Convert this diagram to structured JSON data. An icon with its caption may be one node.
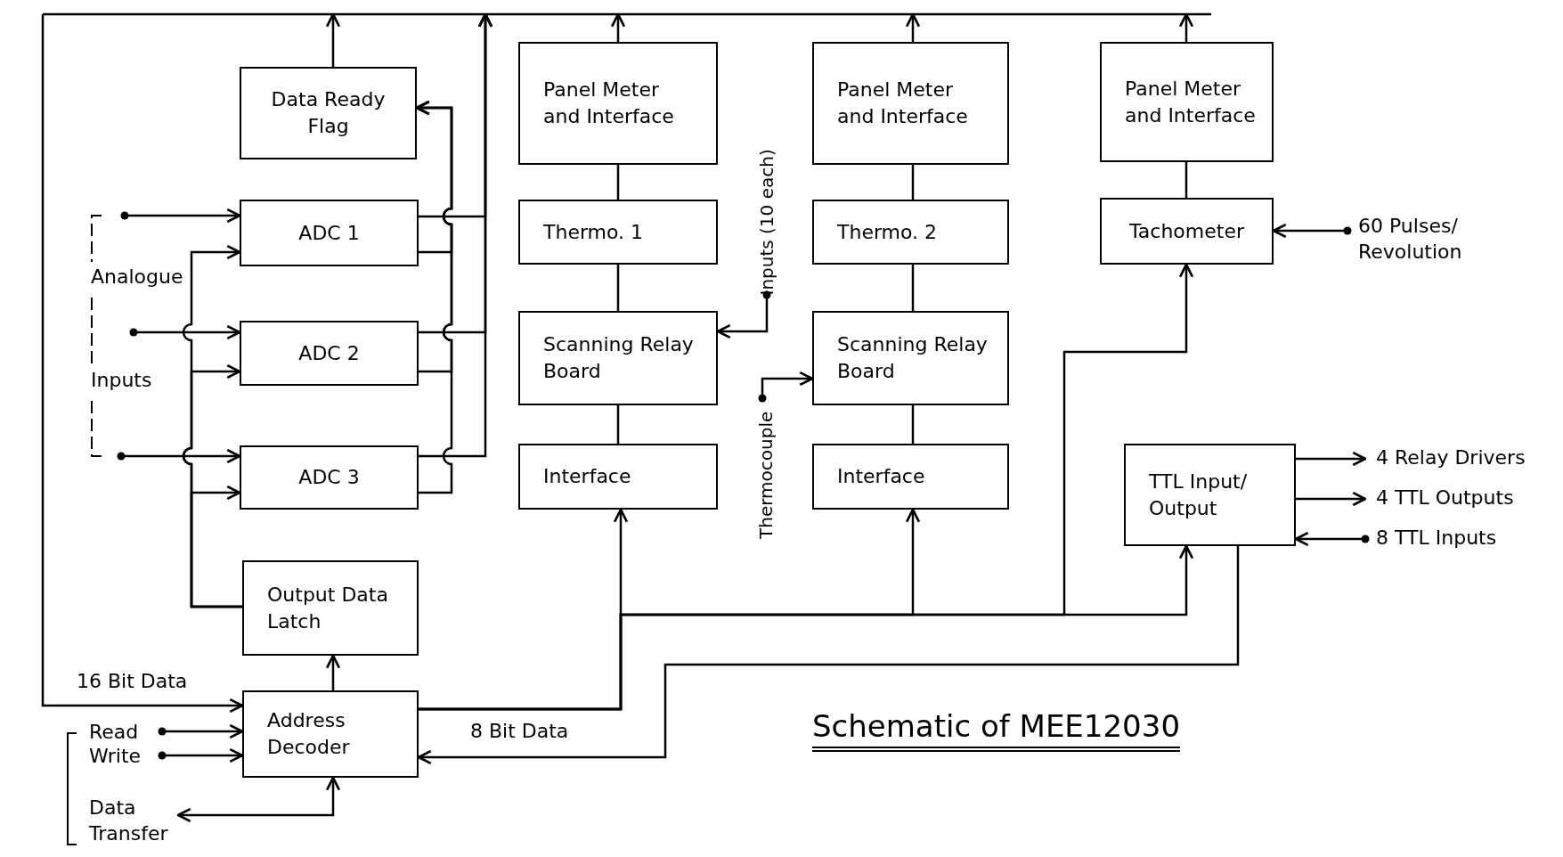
{
  "diagram": {
    "title": "Schematic of MEE12030",
    "nodes": [
      {
        "text": [
          "Data Ready Flag"
        ]
      },
      {
        "text": [
          "Panel Meter and Interface"
        ]
      },
      {
        "text": [
          "Panel Meter and Interface"
        ]
      },
      {
        "text": [
          "Panel Meter and Interface"
        ]
      },
      {
        "text": [
          "ADC 1"
        ]
      },
      {
        "text": [
          "Thermo. 1"
        ]
      },
      {
        "text": [
          "Thermo. 2"
        ]
      },
      {
        "text": [
          "Tachometer"
        ]
      },
      {
        "text": [
          "60 Pulses/ Revolution"
        ]
      },
      {
        "text": [
          "ADC 2"
        ]
      },
      {
        "text": [
          "Scanning Relay Board"
        ]
      },
      {
        "text": [
          "Inputs (10 each)"
        ]
      },
      {
        "text": [
          "Thermocouple"
        ]
      },
      {
        "text": [
          "Scanning Relay Board"
        ]
      },
      {
        "text": [
          "ADC 3"
        ]
      },
      {
        "text": [
          "Interface"
        ]
      },
      {
        "text": [
          "Interface"
        ]
      },
      {
        "text": [
          "TTL Input/ Output"
        ]
      },
      {
        "text": [
          "4 Relay Drivers"
        ]
      },
      {
        "text": [
          "4 TTL Outputs"
        ]
      },
      {
        "text": [
          "8 TTL Inputs"
        ]
      },
      {
        "text": [
          "Output Data Latch"
        ]
      },
      {
        "text": [
          "Address Decoder"
        ]
      },
      {
        "text": [
          "Read"
        ]
      },
      {
        "text": [
          "Write"
        ]
      },
      {
        "text": [
          "Data Transfer"
        ]
      }
    ],
    "edges": [
      {
        "from": 0,
        "to": null,
        "arrow": "to"
      },
      {
        "from": 1,
        "to": null,
        "arrow": "to"
      },
      {
        "from": 2,
        "to": null,
        "arrow": "to"
      },
      {
        "from": 3,
        "to": null,
        "arrow": "to"
      },
      {
        "from": 4,
        "to": null,
        "arrow": "to"
      },
      {
        "from": 9,
        "to": null,
        "arrow": "to"
      },
      {
        "from": 14,
        "to": null,
        "arrow": "to"
      },
      {
        "from": null,
        "to": 22,
        "arrow": "to",
        "label": "16 Bit Data"
      },
      {
        "from": 4,
        "to": 0,
        "arrow": "to"
      },
      {
        "from": 9,
        "to": 0,
        "arrow": "to"
      },
      {
        "from": 14,
        "to": 0,
        "arrow": "to"
      },
      {
        "from": 21,
        "to": 4,
        "arrow": "to"
      },
      {
        "from": 21,
        "to": 9,
        "arrow": "to"
      },
      {
        "from": 21,
        "to": 14,
        "arrow": "to"
      },
      {
        "from": null,
        "to": 4,
        "arrow": "to"
      },
      {
        "from": null,
        "to": 9,
        "arrow": "to"
      },
      {
        "from": null,
        "to": 14,
        "arrow": "to"
      },
      {
        "from": 1,
        "to": 5,
        "arrow": "none"
      },
      {
        "from": 5,
        "to": 10,
        "arrow": "none"
      },
      {
        "from": 10,
        "to": 15,
        "arrow": "none"
      },
      {
        "from": 2,
        "to": 6,
        "arrow": "none"
      },
      {
        "from": 6,
        "to": 13,
        "arrow": "none"
      },
      {
        "from": 13,
        "to": 16,
        "arrow": "none"
      },
      {
        "from": 3,
        "to": 7,
        "arrow": "none"
      },
      {
        "from": 8,
        "to": 7,
        "arrow": "to"
      },
      {
        "from": 11,
        "to": 10,
        "arrow": "to"
      },
      {
        "from": 12,
        "to": 13,
        "arrow": "to"
      },
      {
        "from": 22,
        "to": 15,
        "arrow": "to",
        "label": "8 Bit Data"
      },
      {
        "from": 22,
        "to": 16,
        "arrow": "to"
      },
      {
        "from": 22,
        "to": 7,
        "arrow": "to"
      },
      {
        "from": 22,
        "to": 17,
        "arrow": "to"
      },
      {
        "from": 17,
        "to": 22,
        "arrow": "to"
      },
      {
        "from": 17,
        "to": 18,
        "arrow": "to"
      },
      {
        "from": 17,
        "to": 19,
        "arrow": "to"
      },
      {
        "from": 20,
        "to": 17,
        "arrow": "to"
      },
      {
        "from": 22,
        "to": 21,
        "arrow": "to"
      },
      {
        "from": 23,
        "to": 22,
        "arrow": "to"
      },
      {
        "from": 24,
        "to": 22,
        "arrow": "to"
      },
      {
        "from": 22,
        "to": 25,
        "arrow": "both"
      }
    ],
    "labels": [
      "Analogue",
      "Inputs"
    ]
  }
}
